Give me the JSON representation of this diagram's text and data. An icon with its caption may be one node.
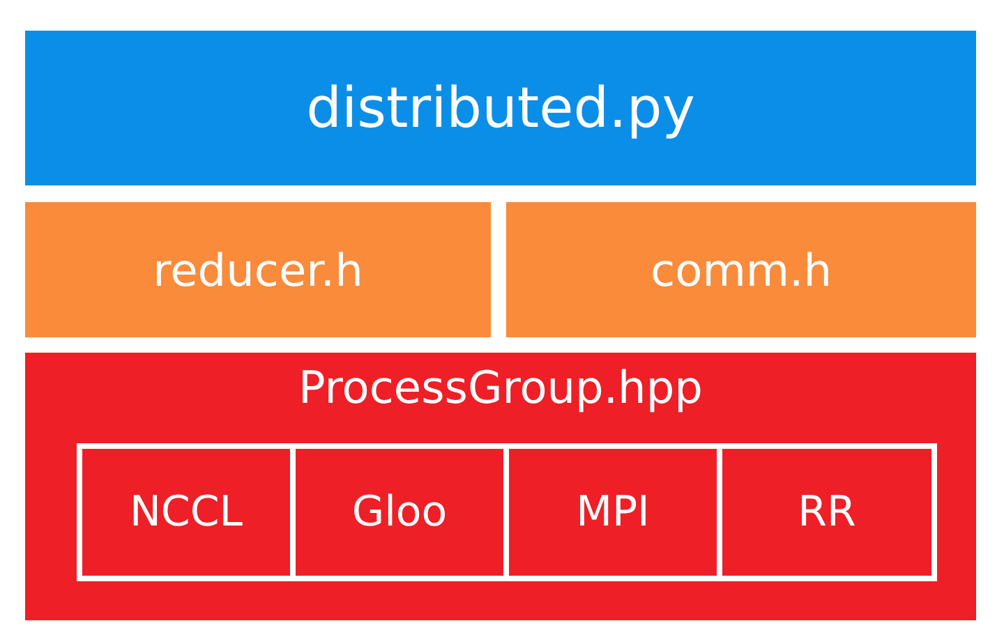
{
  "diagram": {
    "nodes": [
      {
        "text": [
          "distributed.py"
        ]
      },
      {
        "text": [
          "reducer.h"
        ]
      },
      {
        "text": [
          "comm.h"
        ]
      },
      {
        "text": [
          "ProcessGroup.hpp"
        ]
      },
      {
        "text": [],
        "shape": "box",
        "in": 3
      },
      {
        "text": [
          "NCCL"
        ],
        "in": 4
      },
      {
        "text": [
          "Gloo"
        ],
        "in": 4
      },
      {
        "text": [
          "MPI"
        ],
        "in": 4
      },
      {
        "text": [
          "RR"
        ],
        "in": 4
      }
    ]
  }
}
